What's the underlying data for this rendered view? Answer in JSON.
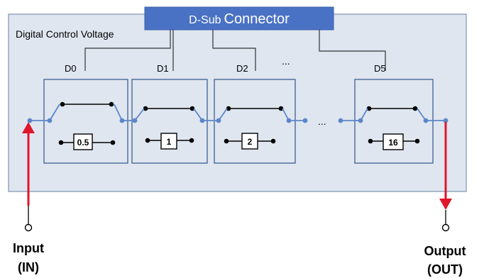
{
  "connector": {
    "label_prefix": "D-Sub",
    "label_main": "Connector"
  },
  "panel": {
    "title": "Digital Control Voltage"
  },
  "stages": [
    {
      "bit": "D0",
      "value": "0.5"
    },
    {
      "bit": "D1",
      "value": "1"
    },
    {
      "bit": "D2",
      "value": "2"
    },
    {
      "bit": "D5",
      "value": "16"
    }
  ],
  "ellipsis": "...",
  "io": {
    "input_line1": "Input",
    "input_line2": "(IN)",
    "output_line1": "Output",
    "output_line2": "(OUT)"
  },
  "colors": {
    "panel_fill": "#dfe6f0",
    "panel_stroke": "#7f93b0",
    "connector_fill": "#4a72c4",
    "box_stroke": "#3f5f8f",
    "signal_blue": "#5b86c9",
    "arrow_red": "#e0162b"
  }
}
